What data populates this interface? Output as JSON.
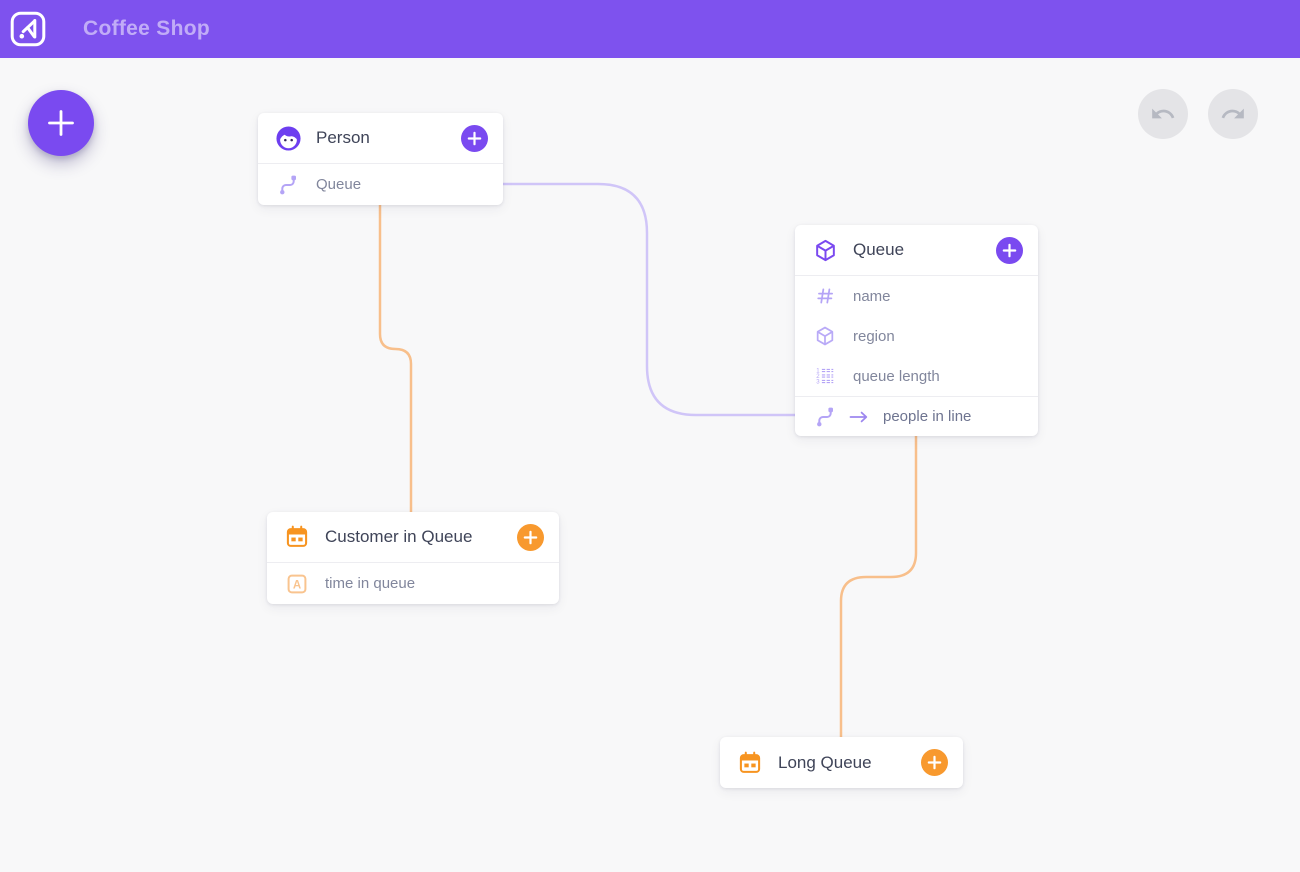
{
  "app": {
    "title": "Coffee Shop",
    "logo_icon": "k-logo-icon",
    "header_color": "#7e52ee",
    "canvas_color": "#f8f8f9"
  },
  "toolbar": {
    "add_fab_icon": "plus-icon",
    "undo_icon": "undo-arrow-icon",
    "redo_icon": "redo-arrow-icon"
  },
  "nodes": [
    {
      "title": "Person",
      "icon": "face-icon",
      "accent": "#7a4af0",
      "add_icon": "plus-icon",
      "rows": [
        {
          "icon": "route-icon",
          "label": "Queue"
        }
      ]
    },
    {
      "title": "Queue",
      "icon": "cube-icon",
      "accent": "#7a4af0",
      "add_icon": "plus-icon",
      "rows": [
        {
          "icon": "hash-icon",
          "label": "name"
        },
        {
          "icon": "cube-outline-icon",
          "label": "region"
        },
        {
          "icon": "numbered-list-icon",
          "label": "queue length"
        },
        {
          "icon": "route-icon",
          "arrow": "arrow-right-icon",
          "label": "people in line"
        }
      ]
    },
    {
      "title": "Customer in Queue",
      "icon": "calendar-icon",
      "accent": "#f8992e",
      "add_icon": "plus-icon",
      "rows": [
        {
          "icon": "letter-a-icon",
          "label": "time in queue"
        }
      ]
    },
    {
      "title": "Long Queue",
      "icon": "calendar-icon",
      "accent": "#f8992e",
      "add_icon": "plus-icon",
      "rows": []
    }
  ],
  "edges": [
    {
      "from": "Person / Queue",
      "to": "Queue / people in line",
      "color": "#d0c5f8"
    },
    {
      "from": "Person",
      "to": "Customer in Queue",
      "color": "#f8bf8b"
    },
    {
      "from": "Queue",
      "to": "Long Queue",
      "color": "#f8bf8b"
    }
  ]
}
